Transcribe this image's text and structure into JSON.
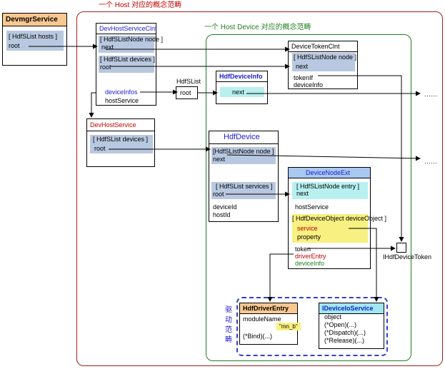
{
  "host_scope_label": "一个 Host 对应的概念范畴",
  "device_scope_label": "一个 Host Device 对应的概念范畴",
  "driver_scope_label": "驱动范畴",
  "devmgr": {
    "title": "DevmgrService",
    "f1": "[ HdfSList  hosts ]",
    "f2": "root"
  },
  "dhsc": {
    "title": "DevHostServiceClnt",
    "f1": "[ HdfSListNode  node ]",
    "f2": "next",
    "f3": "[ HdfSList  devices ]",
    "f4": "root",
    "f5": "deviceInfos",
    "f6": "hostService"
  },
  "slist": {
    "title": "HdfSList",
    "f1": "root"
  },
  "dhs": {
    "title": "DevHostService",
    "f1": "[ HdfSList  devices ]",
    "f2": "root"
  },
  "dtc": {
    "title": "DeviceTokenClnt",
    "f1": "[ HdfSListNode  node ]",
    "f2": "next",
    "f3": "tokenIf",
    "f4": "deviceInfo"
  },
  "hdi": {
    "title": "HdfDeviceInfo",
    "f1": "next"
  },
  "hd": {
    "title": "HdfDevice",
    "f1": "[HdfSListNode  node ]",
    "f2": "next",
    "f3": "[ HdfSList  services ]",
    "f4": "root",
    "f5": "deviceId",
    "f6": "hostId"
  },
  "dne": {
    "title": "DeviceNodeExt",
    "f1": "[ HdfSListNode  entry ]",
    "f2": "next",
    "f3": "hostService",
    "f4": "[ HdfDeviceObject  deviceObject ]",
    "f5": "service",
    "f6": "property",
    "f7": "token",
    "f8": "driverEntry",
    "f9": "deviceInfo"
  },
  "token_label": "IHdfDeviceToken",
  "hde": {
    "title": "HdfDriverEntry",
    "f1": "moduleName",
    "f2": "\"mn_b\"",
    "f3": "(*Bind)(...)"
  },
  "dios": {
    "title": "IDeviceIoService",
    "f1": "object",
    "f2": "(*Open)(...)",
    "f3": "(*Dispatch)(...)",
    "f4": "(*Release)(...)"
  },
  "ellipsis": "……",
  "colors": {
    "host_border": "#a02020",
    "device_border": "#208020",
    "driver_border": "#3040d0",
    "field_shade": "#b8c8e0",
    "orange_header": "#f8c890",
    "blue_header": "#a8c8f0",
    "cyan_header": "#a0e8f0",
    "yellow_shade": "#f8f080"
  }
}
